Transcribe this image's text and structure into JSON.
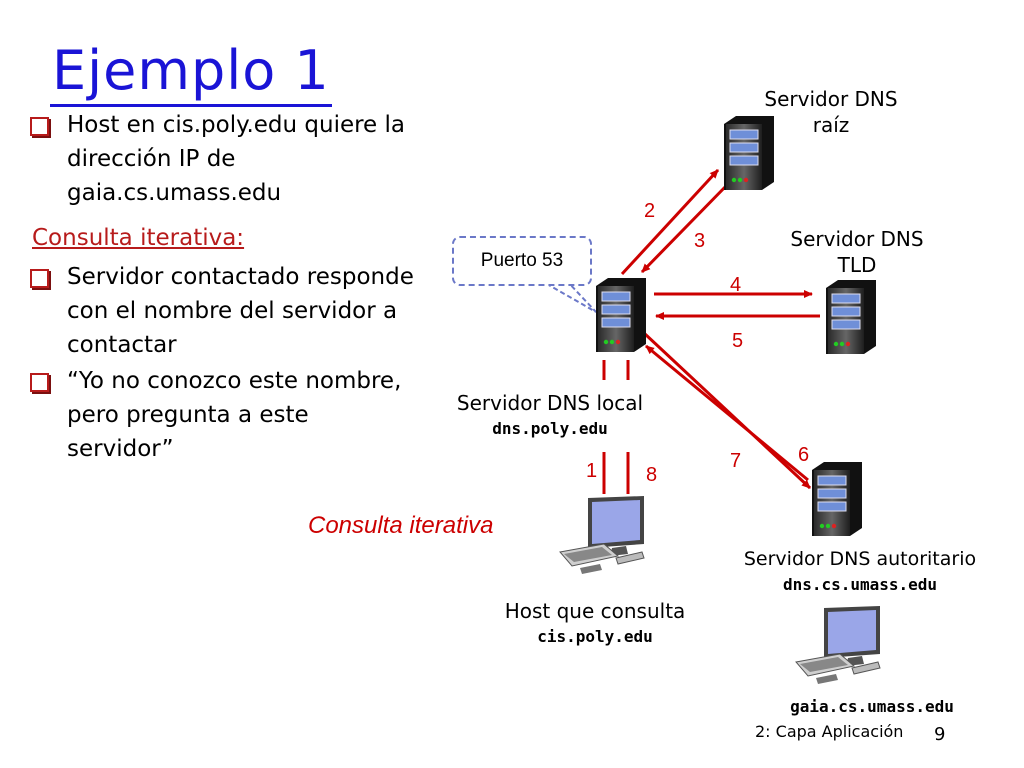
{
  "title": "Ejemplo 1",
  "bullets_top": [
    "Host en cis.poly.edu quiere la dirección  IP de gaia.cs.umass.edu"
  ],
  "subheading": "Consulta iterativa:",
  "bullets_bottom": [
    "Servidor contactado responde con el nombre del servidor a contactar",
    "“Yo no conozco este nombre, pero pregunta a este servidor”"
  ],
  "nodes": {
    "root": {
      "line1": "Servidor DNS",
      "line2": "raíz"
    },
    "tld": {
      "line1": "Servidor DNS",
      "line2": "TLD"
    },
    "local": {
      "line1": "Servidor DNS local",
      "line2": "dns.poly.edu"
    },
    "auth": {
      "line1": "Servidor DNS autoritario",
      "line2": "dns.cs.umass.edu"
    },
    "host": {
      "line1": "Host que consulta",
      "line2": "cis.poly.edu"
    },
    "gaia": {
      "line1": "gaia.cs.umass.edu"
    }
  },
  "callout": "Puerto 53",
  "query_label": "Consulta iterativa",
  "steps": {
    "s1": "1",
    "s2": "2",
    "s3": "3",
    "s4": "4",
    "s5": "5",
    "s6": "6",
    "s7": "7",
    "s8": "8"
  },
  "footer": "2: Capa Aplicación",
  "page_number": "9",
  "colors": {
    "title": "#1a14d6",
    "accent": "#c00000",
    "callout_border": "#6b78c8"
  },
  "icons": [
    "server-icon",
    "desktop-computer-icon"
  ]
}
